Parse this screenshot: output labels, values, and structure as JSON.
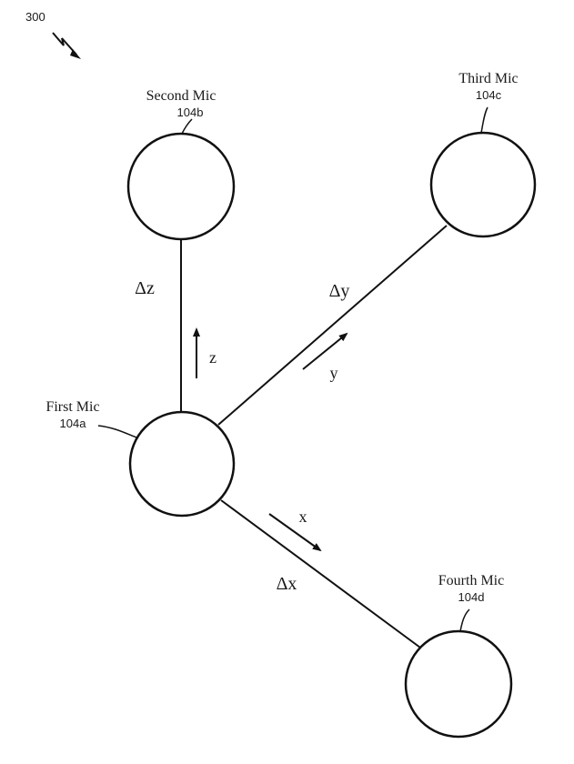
{
  "figure": {
    "number": "300",
    "reference_arrow": "lightning-arrow"
  },
  "mics": [
    {
      "id": "first",
      "name": "First Mic",
      "ref": "104a"
    },
    {
      "id": "second",
      "name": "Second Mic",
      "ref": "104b"
    },
    {
      "id": "third",
      "name": "Third Mic",
      "ref": "104c"
    },
    {
      "id": "fourth",
      "name": "Fourth Mic",
      "ref": "104d"
    }
  ],
  "connections": [
    {
      "from": "first",
      "to": "second",
      "label": "Δz",
      "axis": "z"
    },
    {
      "from": "first",
      "to": "third",
      "label": "Δy",
      "axis": "y"
    },
    {
      "from": "first",
      "to": "fourth",
      "label": "Δx",
      "axis": "x"
    }
  ]
}
